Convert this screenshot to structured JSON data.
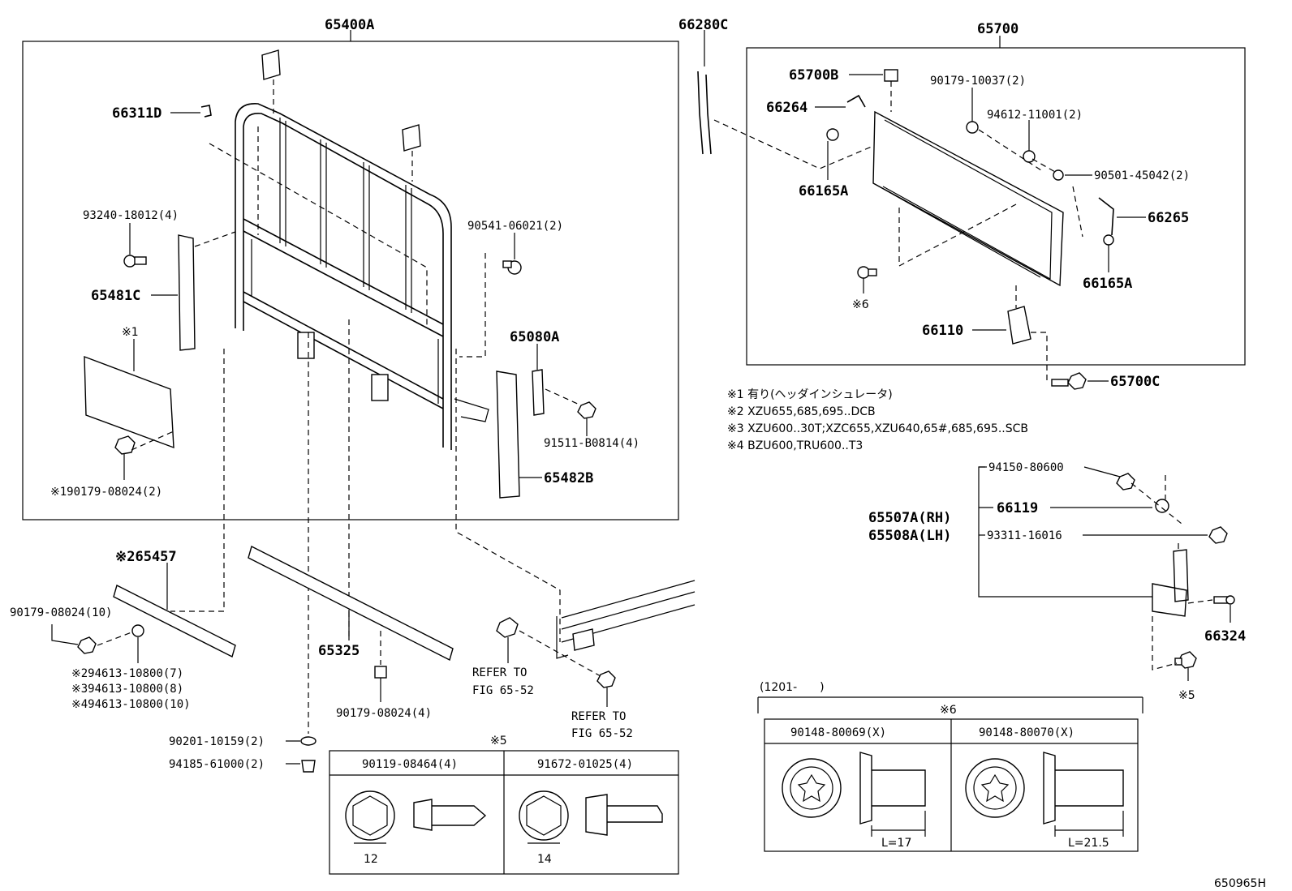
{
  "diagram_id": "650965H",
  "groups": {
    "headboard": "65400A",
    "tailgate": "65700"
  },
  "parts": {
    "p66280C": "66280C",
    "p66311D": "66311D",
    "p93240": "93240-18012(4)",
    "p65481C": "65481C",
    "mark1": "※1",
    "p190179": "※190179-08024(2)",
    "p90541": "90541-06021(2)",
    "p65080A": "65080A",
    "p91511": "91511-B0814(4)",
    "p65482B": "65482B",
    "p65700B": "65700B",
    "p66264": "66264",
    "p66165A_1": "66165A",
    "p90179_10037": "90179-10037(2)",
    "p94612": "94612-11001(2)",
    "p90501": "90501-45042(2)",
    "p66265": "66265",
    "p66165A_2": "66165A",
    "mark6_a": "※6",
    "p66110": "66110",
    "p65700C": "65700C",
    "p65457": "※265457",
    "p90179_08024_10": "90179-08024(10)",
    "p94613_2": "※294613-10800(7)",
    "p94613_3": "※394613-10800(8)",
    "p94613_4": "※494613-10800(10)",
    "p65325": "65325",
    "p90179_08024_4": "90179-08024(4)",
    "p90201": "90201-10159(2)",
    "p94185": "94185-61000(2)",
    "refer1_a": "REFER TO",
    "refer1_b": "FIG 65-52",
    "refer2_a": "REFER TO",
    "refer2_b": "FIG 65-52",
    "p94150": "94150-80600",
    "p66119": "66119",
    "p93311": "93311-16016",
    "p65507A": "65507A(RH)",
    "p65508A": "65508A(LH)",
    "p66324": "66324",
    "mark5_b": "※5"
  },
  "notes": [
    "※1 有り(ヘッダインシュレータ)",
    "※2 XZU655,685,695..DCB",
    "※3 XZU600..30T;XZC655,XZU640,65#,685,695..SCB",
    "※4 BZU600,TRU600..T3"
  ],
  "table5": {
    "title": "※5",
    "col1": "90119-08464(4)",
    "col2": "91672-01025(4)",
    "dim1": "12",
    "dim2": "14"
  },
  "table6": {
    "range": "(1201-　　)",
    "title": "※6",
    "col1": "90148-80069(X)",
    "col2": "90148-80070(X)",
    "len1": "L=17",
    "len2": "L=21.5"
  }
}
